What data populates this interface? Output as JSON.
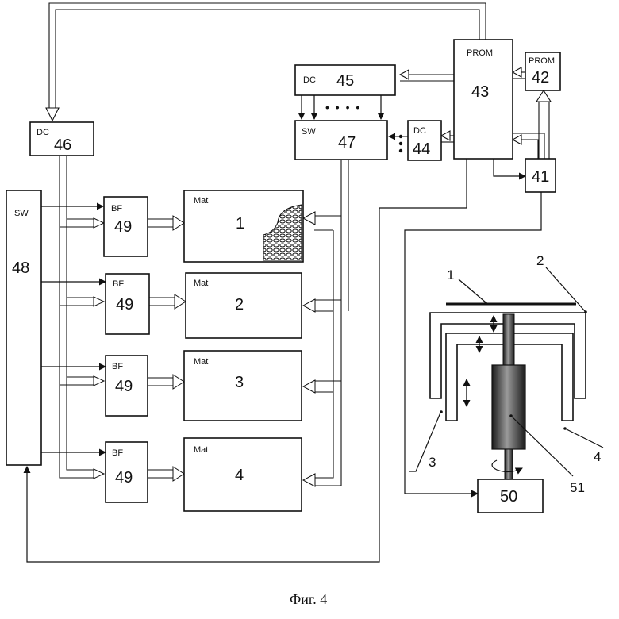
{
  "blocks": {
    "dc46": {
      "tag": "DC",
      "num": "46"
    },
    "sw48": {
      "tag": "SW",
      "num": "48"
    },
    "dc45": {
      "tag": "DC",
      "num": "45"
    },
    "sw47": {
      "tag": "SW",
      "num": "47"
    },
    "dc44": {
      "tag": "DC",
      "num": "44"
    },
    "prom43": {
      "tag": "PROM",
      "num": "43"
    },
    "prom42": {
      "tag": "PROM",
      "num": "42"
    },
    "b41": {
      "num": "41"
    },
    "b50": {
      "num": "50"
    },
    "bf": [
      {
        "tag": "BF",
        "num": "49"
      },
      {
        "tag": "BF",
        "num": "49"
      },
      {
        "tag": "BF",
        "num": "49"
      },
      {
        "tag": "BF",
        "num": "49"
      }
    ],
    "mat": [
      {
        "tag": "Mat",
        "num": "1"
      },
      {
        "tag": "Mat",
        "num": "2"
      },
      {
        "tag": "Mat",
        "num": "3"
      },
      {
        "tag": "Mat",
        "num": "4"
      }
    ]
  },
  "leaders": {
    "l1": "1",
    "l2": "2",
    "l3": "3",
    "l4": "4",
    "l51": "51"
  },
  "dots": "• • • •",
  "caption": "Фиг. 4"
}
